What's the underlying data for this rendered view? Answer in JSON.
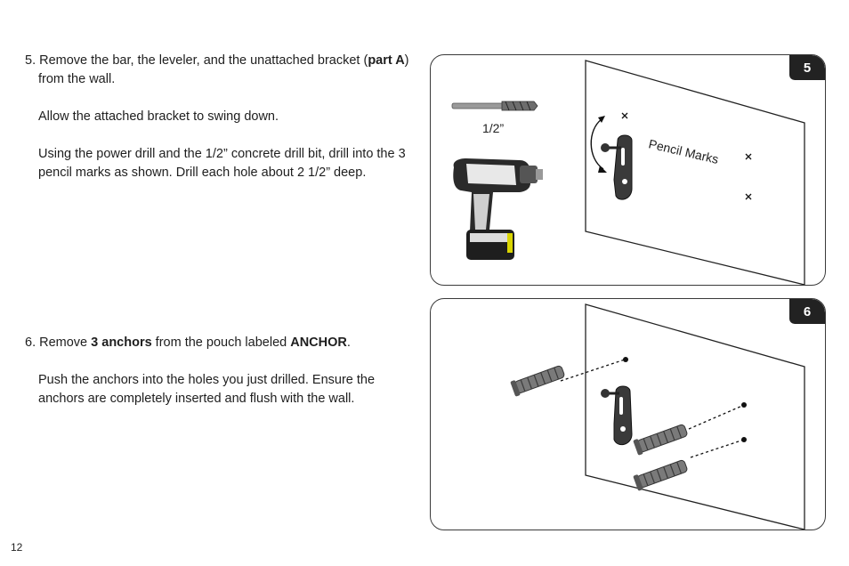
{
  "page_number": "12",
  "step5": {
    "number": "5.",
    "line1_a": "Remove the bar, the leveler, and the unattached bracket (",
    "line1_bold": "part A",
    "line1_b": ")",
    "line1_c": "from the wall.",
    "para2": "Allow the attached bracket to swing down.",
    "para3": "Using the power drill and the 1/2” concrete drill bit, drill into the 3 pencil marks as shown. Drill each hole about 2 1/2” deep."
  },
  "step6": {
    "number": "6.",
    "line1_a": "Remove ",
    "line1_bold1": "3 anchors",
    "line1_b": " from the pouch labeled ",
    "line1_bold2": "ANCHOR",
    "line1_c": ".",
    "para2": "Push the anchors into the holes you just drilled. Ensure the anchors are completely inserted and flush with the wall."
  },
  "figure5": {
    "badge": "5",
    "bit_label": "1/2”",
    "pencil_marks_label": "Pencil Marks"
  },
  "figure6": {
    "badge": "6"
  }
}
